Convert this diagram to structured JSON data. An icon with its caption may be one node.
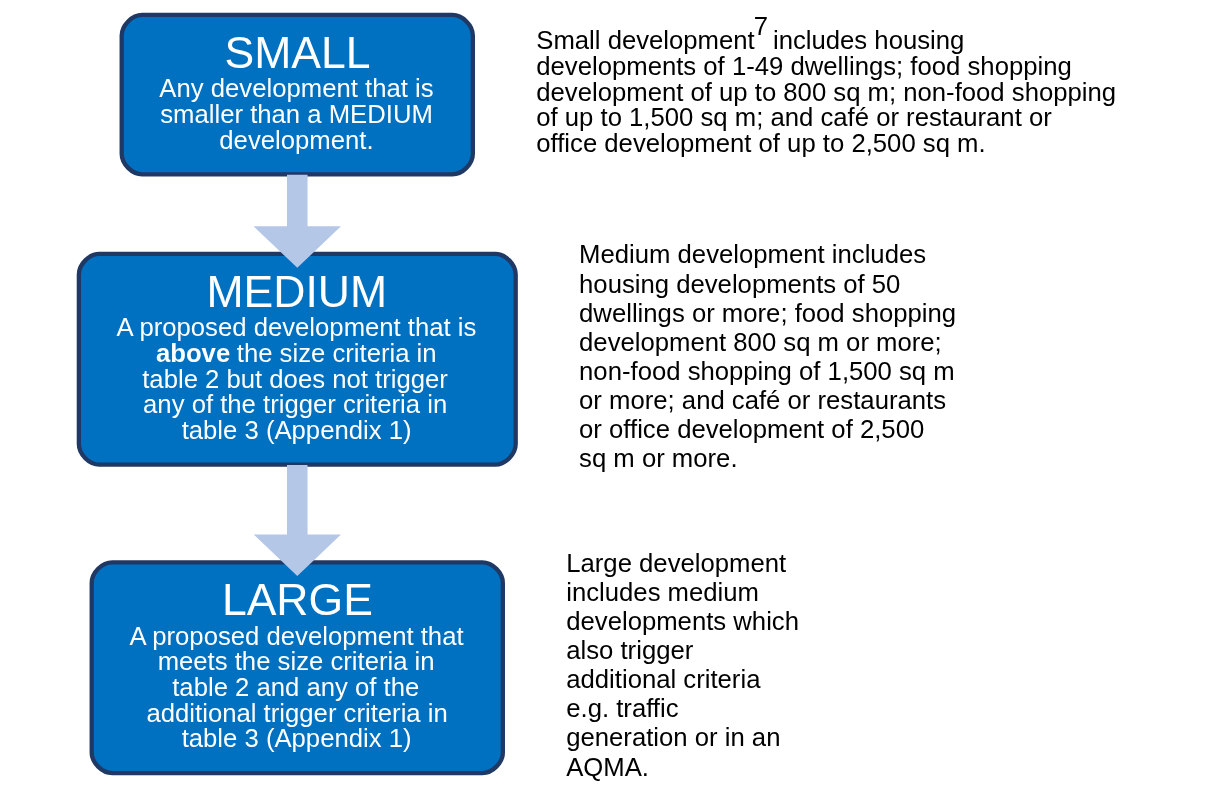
{
  "diagram": {
    "nodes": [
      {
        "text": [
          "SMALL",
          "Any development that is smaller than a MEDIUM development."
        ],
        "beside": [
          "Small development$^{7}$ includes housing developments of 1-49 dwellings; food shopping development of up to 800 sq m; non-food shopping of up to 1,500 sq m; and café or restaurant or office development of up to 2,500 sq m."
        ]
      },
      {
        "text": [
          "MEDIUM",
          "A proposed development that is **above** the size criteria in  table 2 but does not trigger any of the trigger criteria in  table 3 (Appendix 1)"
        ],
        "beside": [
          "Medium development includes housing developments of 50 dwellings or more; food shopping development 800 sq m or more; non-food shopping of 1,500 sq m or more; and café or restaurants or office development of 2,500 sq m or more."
        ]
      },
      {
        "text": [
          "LARGE",
          "A proposed development that meets the size criteria in table 2 and any of the additional trigger criteria in table 3 (Appendix 1)"
        ],
        "beside": [
          "Large development includes medium developments which also trigger additional criteria e.g. traffic generation or in an AQMA."
        ]
      }
    ],
    "edges": [
      {
        "from": 0,
        "to": 1,
        "arrow": "to"
      },
      {
        "from": 1,
        "to": 2,
        "arrow": "to"
      }
    ]
  }
}
